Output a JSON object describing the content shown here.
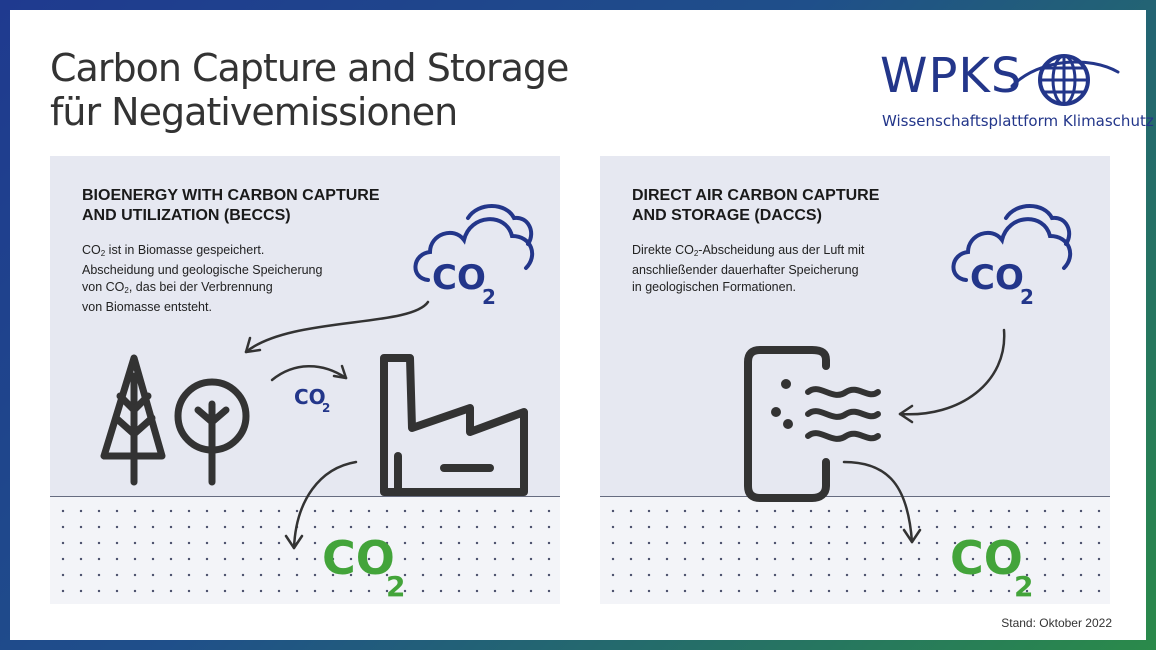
{
  "title": {
    "line1": "Carbon Capture and Storage",
    "line2": "für Negativemissionen"
  },
  "logo": {
    "name": "WPKS",
    "subtitle": "Wissenschaftsplattform Klimaschutz"
  },
  "panels": [
    {
      "heading_line1": "BIOENERGY WITH CARBON CAPTURE",
      "heading_line2": "AND UTILIZATION (BECCS)",
      "body": [
        {
          "pre": "CO",
          "sub": "2",
          "post": " ist in Biomasse gespeichert."
        },
        {
          "pre": "Abscheidung und geologische Speicherung",
          "sub": "",
          "post": ""
        },
        {
          "pre": "von CO",
          "sub": "2",
          "post": ", das bei der Verbrennung"
        },
        {
          "pre": "von Biomasse entsteht.",
          "sub": "",
          "post": ""
        }
      ],
      "co2_labels": {
        "cloud": "CO",
        "transfer": "CO",
        "ground": "CO",
        "sub": "2"
      }
    },
    {
      "heading_line1": "DIRECT AIR CARBON CAPTURE",
      "heading_line2": "AND STORAGE (DACCS)",
      "body": [
        {
          "pre": "Direkte CO",
          "sub": "2",
          "post": "-Abscheidung aus der Luft mit"
        },
        {
          "pre": "anschließender dauerhafter Speicherung",
          "sub": "",
          "post": ""
        },
        {
          "pre": "in geologischen Formationen.",
          "sub": "",
          "post": ""
        }
      ],
      "co2_labels": {
        "cloud": "CO",
        "ground": "CO",
        "sub": "2"
      }
    }
  ],
  "colors": {
    "navy": "#23368a",
    "green": "#43a43a",
    "icon": "#333333"
  },
  "footer": {
    "stand": "Stand: Oktober 2022"
  }
}
